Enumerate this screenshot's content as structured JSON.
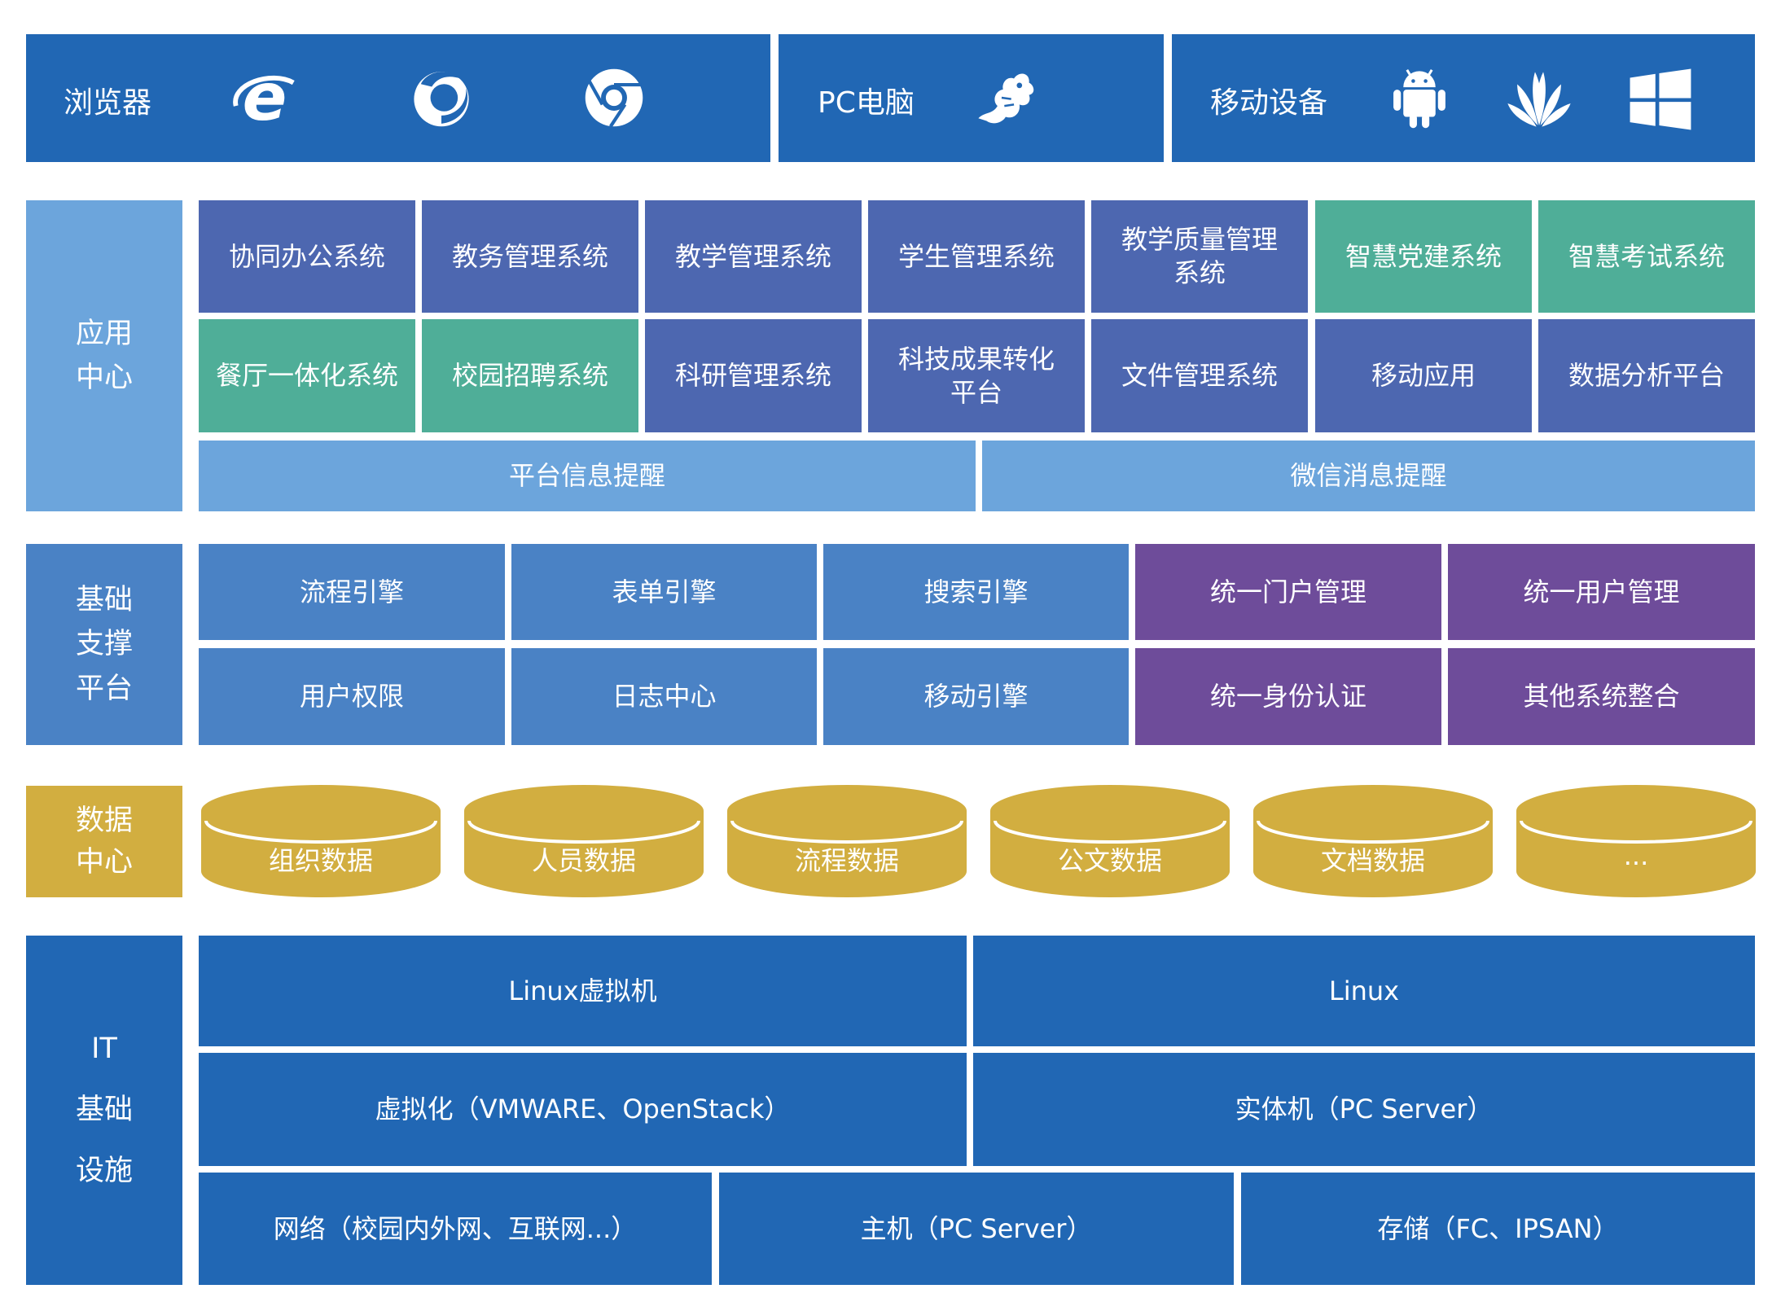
{
  "top": {
    "browser": {
      "title": "浏览器",
      "icons": [
        "ie-icon",
        "firefox-icon",
        "chrome-icon"
      ]
    },
    "pc": {
      "title": "PC电脑",
      "icons": [
        "kylin-icon"
      ]
    },
    "mobile": {
      "title": "移动设备",
      "icons": [
        "android-icon",
        "huawei-icon",
        "windows-icon"
      ]
    }
  },
  "app_center": {
    "label_lines": [
      "应用",
      "中心"
    ],
    "row1": [
      {
        "text": "协同办公系统",
        "color": "navy"
      },
      {
        "text": "教务管理系统",
        "color": "navy"
      },
      {
        "text": "教学管理系统",
        "color": "navy"
      },
      {
        "text": "学生管理系统",
        "color": "navy"
      },
      {
        "text": "教学质量管理系统",
        "color": "navy",
        "lines": [
          "教学质量管理",
          "系统"
        ]
      },
      {
        "text": "智慧党建系统",
        "color": "teal"
      },
      {
        "text": "智慧考试系统",
        "color": "teal"
      }
    ],
    "row2": [
      {
        "text": "餐厅一体化系统",
        "color": "teal"
      },
      {
        "text": "校园招聘系统",
        "color": "teal"
      },
      {
        "text": "科研管理系统",
        "color": "navy"
      },
      {
        "text": "科技成果转化平台",
        "color": "navy",
        "lines": [
          "科技成果转化",
          "平台"
        ]
      },
      {
        "text": "文件管理系统",
        "color": "navy"
      },
      {
        "text": "移动应用",
        "color": "navy"
      },
      {
        "text": "数据分析平台",
        "color": "navy"
      }
    ],
    "notify": [
      "平台信息提醒",
      "微信消息提醒"
    ]
  },
  "base_platform": {
    "label_lines": [
      "基础",
      "支撑",
      "平台"
    ],
    "row1": [
      "流程引擎",
      "表单引擎",
      "搜索引擎",
      "统一门户管理",
      "统一用户管理"
    ],
    "row2": [
      "用户权限",
      "日志中心",
      "移动引擎",
      "统一身份认证",
      "其他系统整合"
    ]
  },
  "data_center": {
    "label_lines": [
      "数据",
      "中心"
    ],
    "items": [
      "组织数据",
      "人员数据",
      "流程数据",
      "公文数据",
      "文档数据",
      "..."
    ]
  },
  "it_infra": {
    "label_lines": [
      "IT",
      "基础",
      "设施"
    ],
    "row1": [
      "Linux虚拟机",
      "Linux"
    ],
    "row2": [
      "虚拟化（VMWARE、OpenStack）",
      "实体机（PC Server）"
    ],
    "row3": [
      "网络（校园内外网、互联网...）",
      "主机（PC Server）",
      "存储（FC、IPSAN）"
    ]
  },
  "colors": {
    "blue_dark": "#2167b4",
    "blue_mid": "#4a82c5",
    "blue_light": "#6ca5dc",
    "navy": "#4d67b0",
    "teal": "#4fae98",
    "purple": "#6e4c9a",
    "gold": "#d2ae40"
  }
}
